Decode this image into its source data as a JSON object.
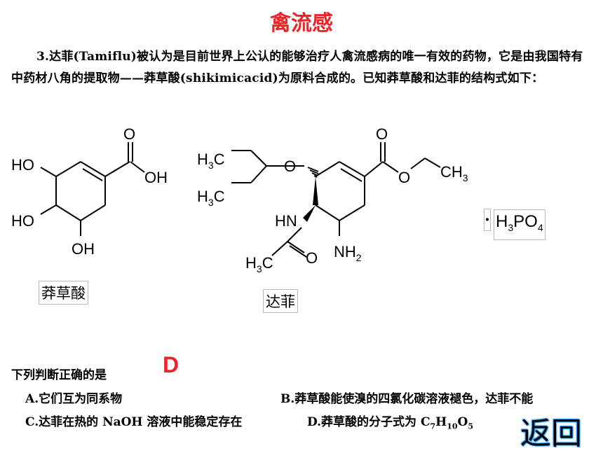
{
  "title": "禽流感",
  "paragraph": "3.达菲(Tamiflu)被认为是目前世界上公认的能够治疗人禽流感病的唯一有效的药物，它是由我国特有中药材八角的提取物——莽草酸(shikimicacid)为原料合成的。已知莽草酸和达菲的结构式如下：",
  "shikimic": {
    "name": "莽草酸",
    "labels": {
      "ho1": "HO",
      "ho2": "HO",
      "oh_bottom": "OH",
      "o_carbonyl": "O",
      "oh_acid": "OH"
    }
  },
  "tamiflu": {
    "name": "达菲",
    "labels": {
      "h_top": "H",
      "sub3_top": "3",
      "c_top": "C",
      "h_mid": "H",
      "sub3_mid": "3",
      "c_mid": "C",
      "o_ether": "O",
      "o_carbonyl": "O",
      "o_ester": "O",
      "ch": "CH",
      "sub3_ch": "3",
      "hn": "HN",
      "o_amide": "O",
      "h_bot": "H",
      "sub3_bot": "3",
      "c_bot": "C",
      "nh": "NH",
      "sub2": "2"
    }
  },
  "salt": {
    "dot": "·",
    "h": "H",
    "sub3": "3",
    "po": "PO",
    "sub4": "4"
  },
  "question": "下列判断正确的是",
  "answer": "D",
  "options": {
    "a": "A.它们互为同系物",
    "b": "B.莽草酸能使溴的四氯化碳溶液褪色，达菲不能",
    "c": "C.达菲在热的 NaOH 溶液中能稳定存在",
    "d_prefix": "D.莽草酸的分子式为 C",
    "d_sub1": "7",
    "d_h": "H",
    "d_sub2": "10",
    "d_o": "O",
    "d_sub3": "5"
  },
  "back_button": "返回",
  "colors": {
    "title": "#e8262a",
    "answer": "#e8262a",
    "back_glow": "#33a9ff"
  }
}
